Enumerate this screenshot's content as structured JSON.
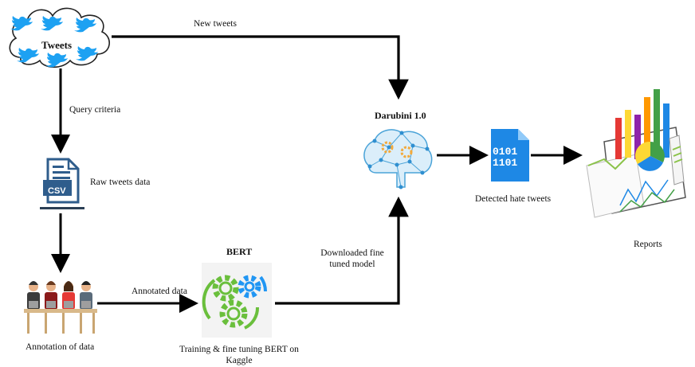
{
  "source": {
    "title": "Tweets"
  },
  "edges": {
    "new_tweets": "New tweets",
    "query_criteria": "Query criteria",
    "annotated_data": "Annotated data",
    "downloaded_model": [
      "Downloaded fine",
      "tuned model"
    ]
  },
  "nodes": {
    "raw_data": {
      "label": "Raw tweets data",
      "icon_text": "CSV"
    },
    "annotation": {
      "label": "Annotation of data"
    },
    "bert": {
      "title": "BERT",
      "label": [
        "Training & fine tuning BERT on",
        "Kaggle"
      ]
    },
    "darubini": {
      "title": "Darubini 1.0"
    },
    "detected": {
      "label": "Detected hate tweets",
      "icon_text": [
        "0101",
        "1101"
      ]
    },
    "reports": {
      "label": "Reports"
    }
  },
  "colors": {
    "twitter": "#1da1f2",
    "csv_blue": "#2f5d8c",
    "binary_blue": "#1e88e5",
    "gear_green": "#6abf3c",
    "gear_blue": "#2196f3"
  }
}
